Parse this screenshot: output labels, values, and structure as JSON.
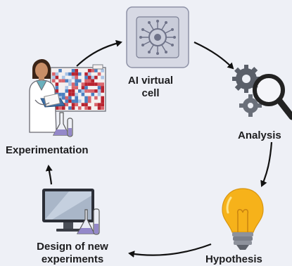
{
  "nodes": {
    "ai_virtual_cell": {
      "line1": "AI virtual",
      "line2": "cell",
      "icon": "cpu-chip-icon"
    },
    "analysis": {
      "label": "Analysis",
      "icon": "gears-magnifier-icon"
    },
    "hypothesis": {
      "label": "Hypothesis",
      "icon": "lightbulb-icon"
    },
    "design": {
      "line1": "Design of new",
      "line2": "experiments",
      "icon": "monitor-flasks-icon"
    },
    "experimentation": {
      "label": "Experimentation",
      "icon": "scientist-heatmap-icon"
    }
  },
  "colors": {
    "background": "#eef0f6",
    "arrow": "#111111",
    "chip_bg": "#d7d9e4",
    "chip_line": "#7b7f94",
    "bulb": "#f6b21a",
    "gear": "#5a5f69",
    "screen": "#a9b6c8"
  }
}
